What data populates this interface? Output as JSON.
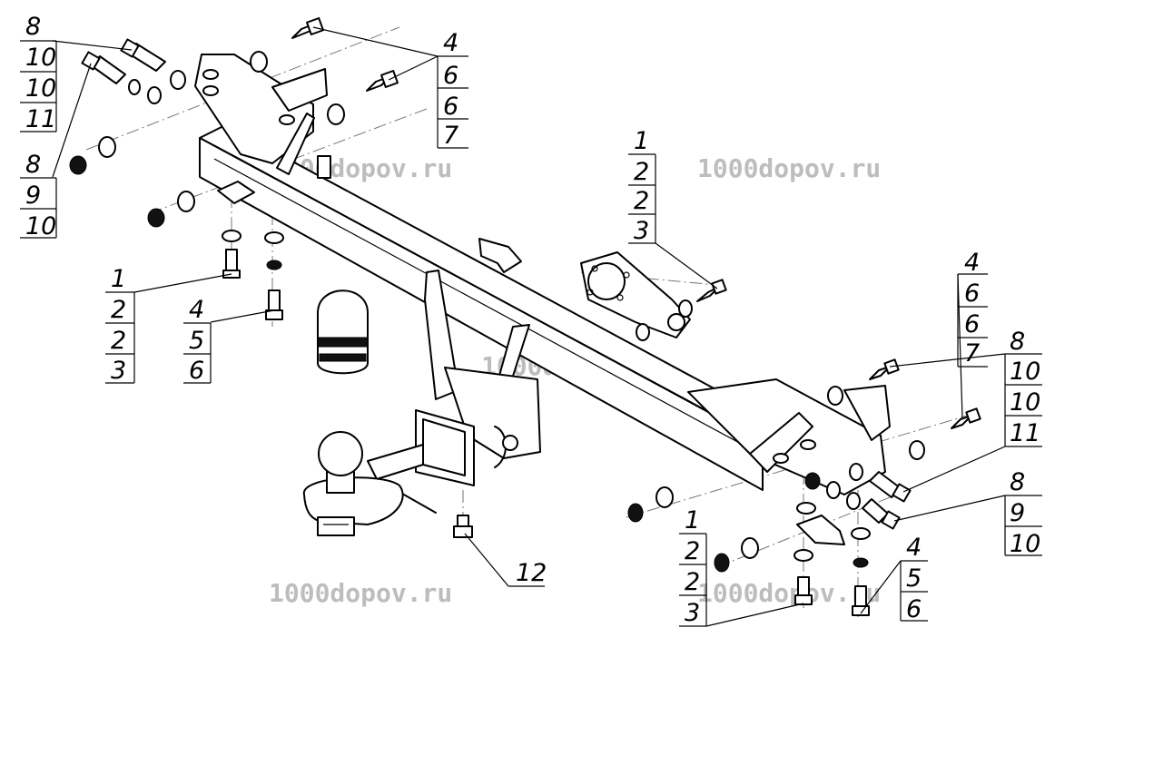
{
  "watermark": "1000dopov.ru",
  "callouts": {
    "top_left": [
      "8",
      "10",
      "10",
      "11"
    ],
    "left_mid": [
      "8",
      "9",
      "10"
    ],
    "top_right_bolts": [
      "4",
      "6",
      "6",
      "7"
    ],
    "left_bolt_a": [
      "1",
      "2",
      "2",
      "3"
    ],
    "left_bolt_b": [
      "4",
      "5",
      "6"
    ],
    "plate_bolt": [
      "1",
      "2",
      "2",
      "3"
    ],
    "right_upper": [
      "4",
      "6",
      "6",
      "7"
    ],
    "right_mid_a": [
      "8",
      "10",
      "10",
      "11"
    ],
    "right_mid_b": [
      "8",
      "9",
      "10"
    ],
    "bottom_mid_a": [
      "1",
      "2",
      "2",
      "3"
    ],
    "bottom_mid_b": [
      "4",
      "5",
      "6"
    ],
    "ball_bolt": [
      "12"
    ]
  }
}
